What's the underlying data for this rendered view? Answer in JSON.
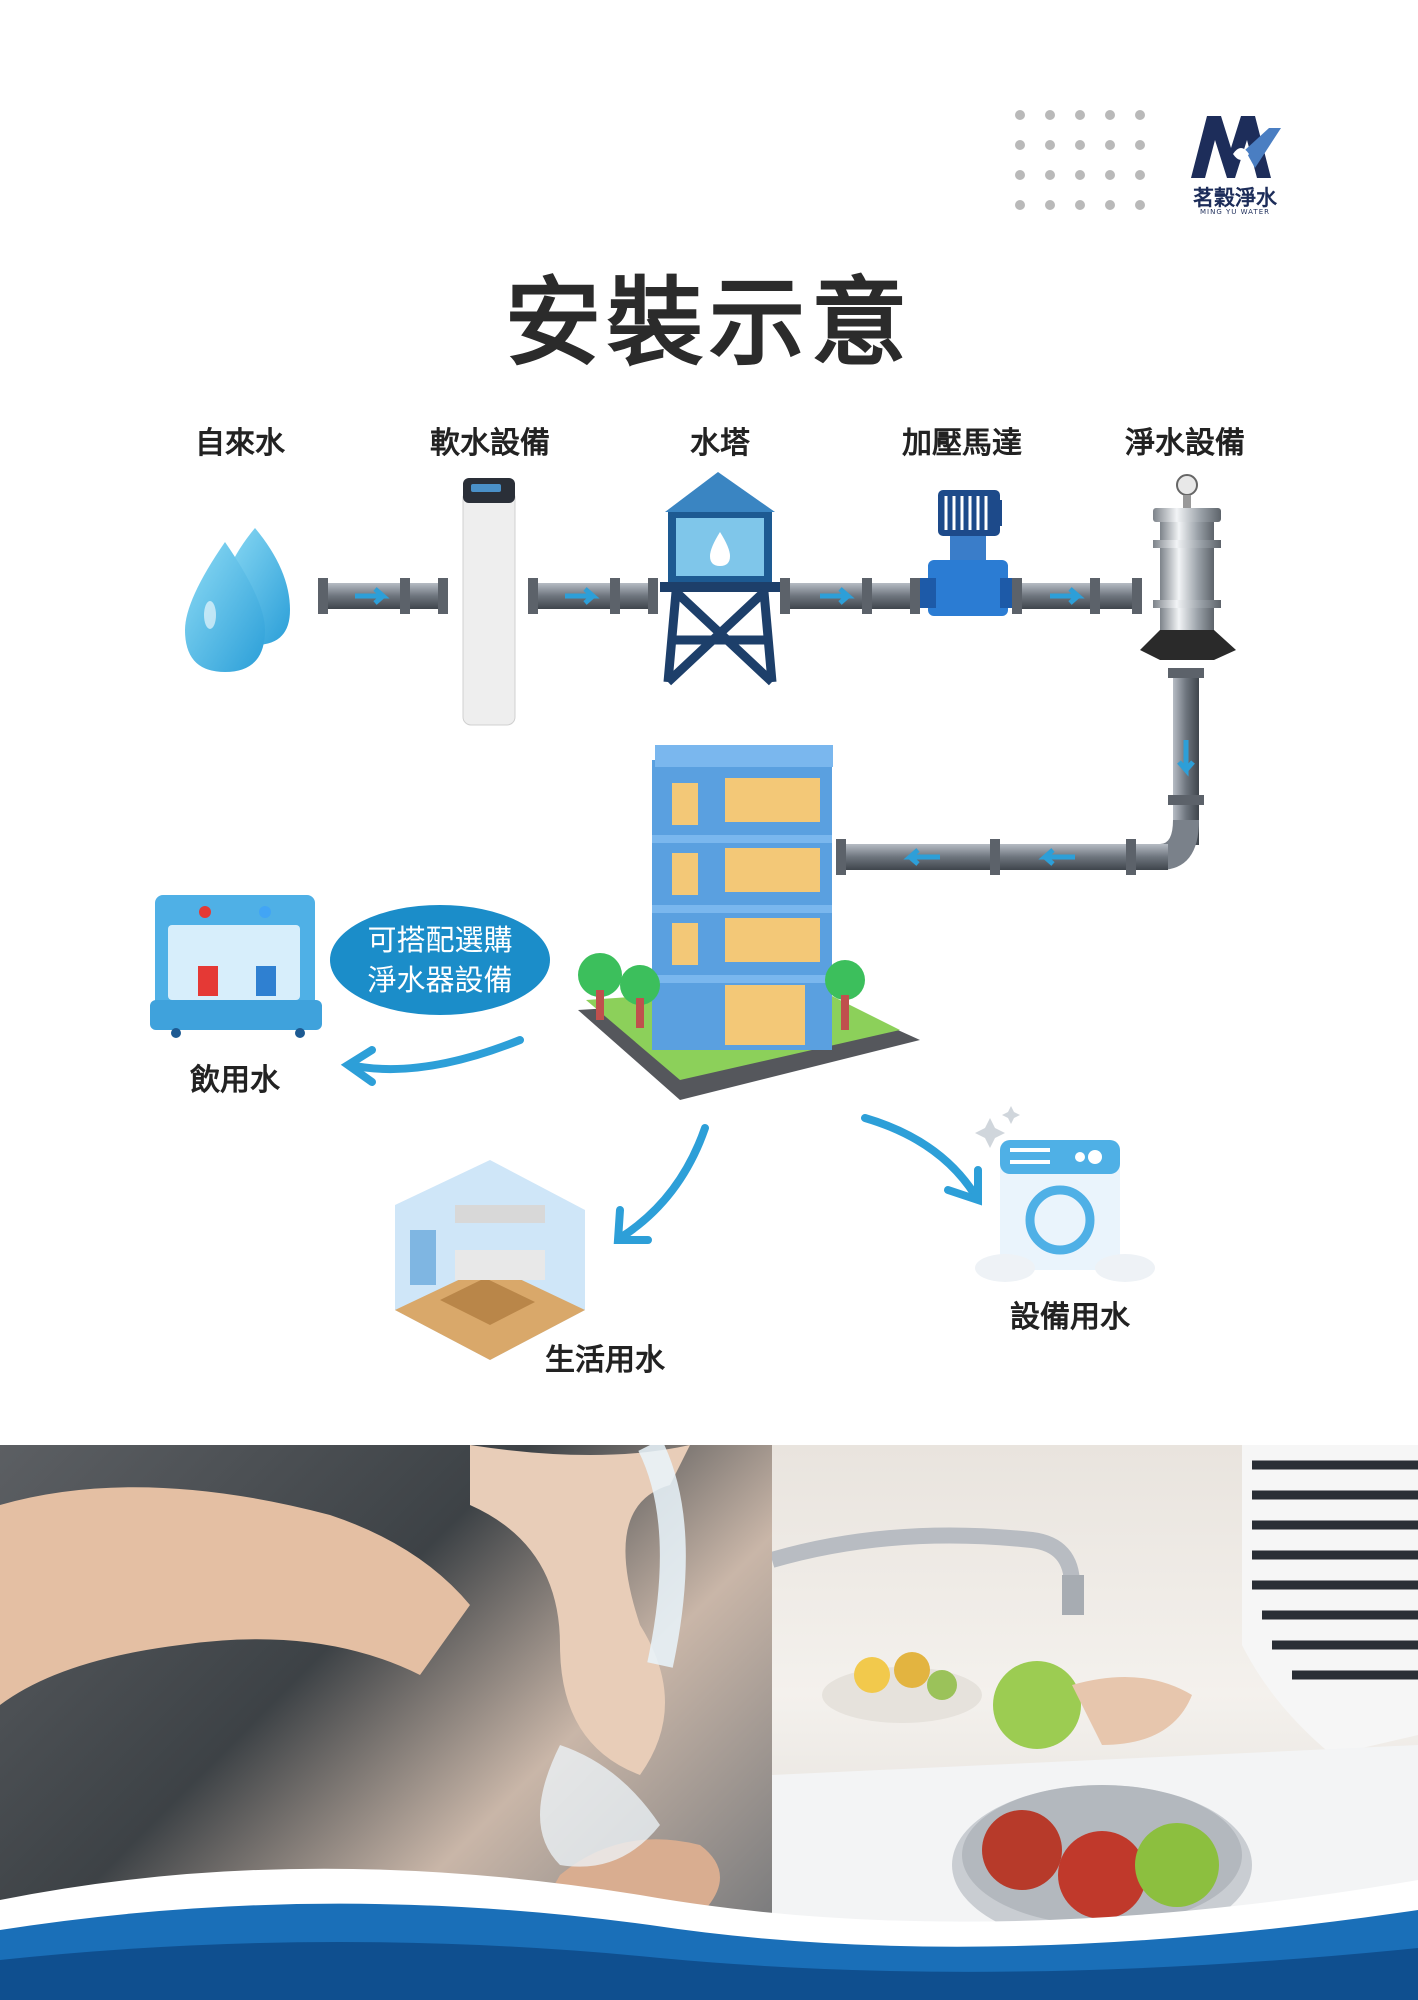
{
  "logo": {
    "name": "茗穀淨水",
    "sub": "MING YU WATER"
  },
  "title": "安裝示意",
  "stages": [
    {
      "label": "自來水"
    },
    {
      "label": "軟水設備"
    },
    {
      "label": "水塔"
    },
    {
      "label": "加壓馬達"
    },
    {
      "label": "淨水設備"
    }
  ],
  "bubble": {
    "line1": "可搭配選購",
    "line2": "淨水器設備"
  },
  "outputs": {
    "drinking": "飲用水",
    "living": "生活用水",
    "equipment": "設備用水"
  },
  "colors": {
    "pipe": "#8a9099",
    "arrow": "#2d9fd8",
    "accent": "#1b8dc9",
    "navy": "#1d3a6e"
  }
}
